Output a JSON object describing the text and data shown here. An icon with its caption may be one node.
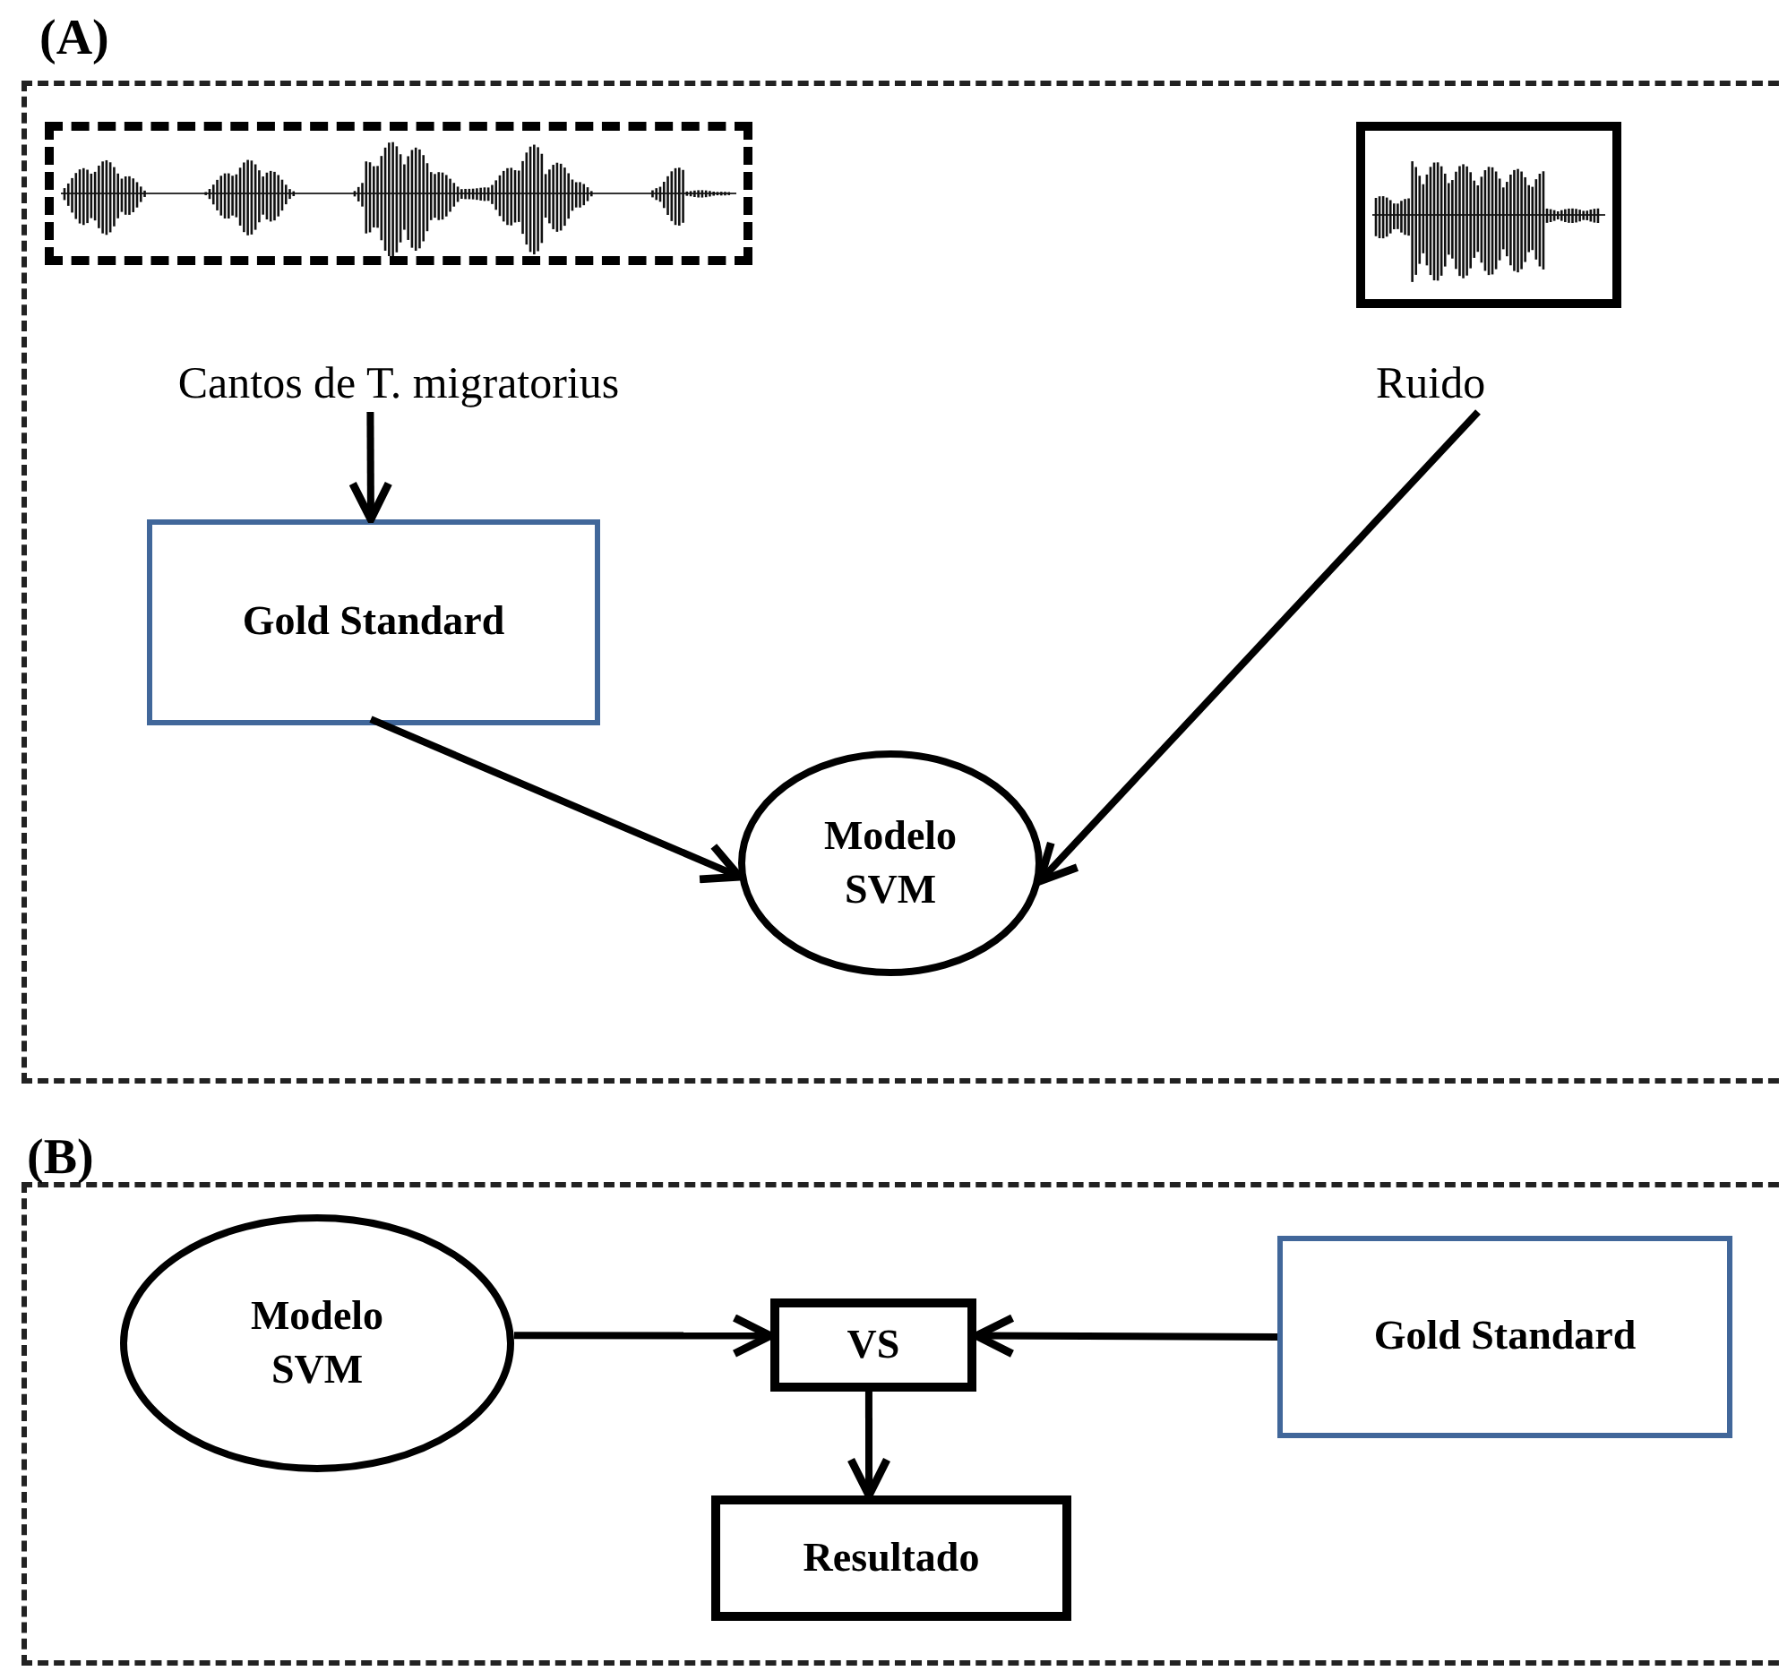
{
  "diagram": {
    "nodes": [
      {
        "text": [
          "(A)"
        ]
      },
      {
        "text": [],
        "shape": "picture",
        "in": 0,
        "beside": [
          "Cantos de T. migratorius"
        ]
      },
      {
        "text": [],
        "shape": "picture",
        "in": 0,
        "beside": [
          "Ruido"
        ]
      },
      {
        "text": [
          "Gold Standard"
        ],
        "in": 0
      },
      {
        "text": [
          "Modelo SVM"
        ],
        "in": 0
      },
      {
        "text": [
          "(B)"
        ]
      },
      {
        "text": [
          "Modelo SVM"
        ],
        "in": 5
      },
      {
        "text": [
          "VS"
        ],
        "in": 5
      },
      {
        "text": [
          "Gold Standard"
        ],
        "in": 5
      },
      {
        "text": [
          "Resultado"
        ],
        "in": 5
      }
    ],
    "edges": [
      {
        "from": 1,
        "to": 3,
        "arrow": "to"
      },
      {
        "from": 3,
        "to": 4,
        "arrow": "to"
      },
      {
        "from": 2,
        "to": 4,
        "arrow": "to"
      },
      {
        "from": 6,
        "to": 7,
        "arrow": "to"
      },
      {
        "from": 8,
        "to": 7,
        "arrow": "to"
      },
      {
        "from": 7,
        "to": 9,
        "arrow": "to"
      }
    ]
  }
}
